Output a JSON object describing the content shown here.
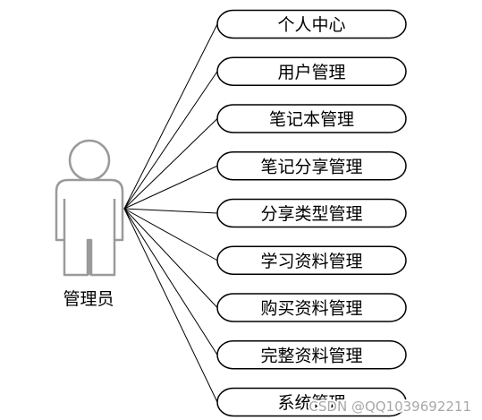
{
  "actor": {
    "label": "管理员"
  },
  "use_cases": [
    {
      "label": "个人中心"
    },
    {
      "label": "用户管理"
    },
    {
      "label": "笔记本管理"
    },
    {
      "label": "笔记分享管理"
    },
    {
      "label": "分享类型管理"
    },
    {
      "label": "学习资料管理"
    },
    {
      "label": "购买资料管理"
    },
    {
      "label": "完整资料管理"
    },
    {
      "label": "系统管理"
    }
  ],
  "watermark": {
    "text": "CSDN @QQ1039692211"
  },
  "colors": {
    "actor_stroke": "#9a9a9a",
    "line": "#000000",
    "ellipse_stroke": "#000000",
    "background": "#ffffff"
  }
}
